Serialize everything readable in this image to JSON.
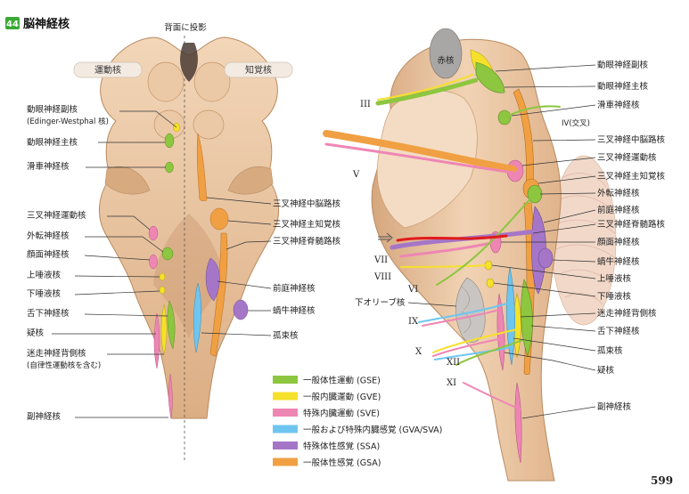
{
  "header": {
    "badge": "44",
    "title": "脳神経核",
    "top_note": "背面に投影"
  },
  "tabs": {
    "motor": "運動核",
    "sensory": "知覚核"
  },
  "left_labels": {
    "l1": "動眼神経副核",
    "l1b": "(Edinger-Westphal 核)",
    "l2": "動眼神経主核",
    "l3": "滑車神経核",
    "l4": "三叉神経運動核",
    "l5": "外転神経核",
    "l6": "顔面神経核",
    "l7": "上唾液核",
    "l8": "下唾液核",
    "l9": "舌下神経核",
    "l10": "疑核",
    "l11": "迷走神経背側核",
    "l11b": "(自律性運動核を含む)",
    "l12": "副神経核"
  },
  "mid_labels": {
    "m1": "三叉神経中脳路核",
    "m2": "三叉神経主知覚核",
    "m3": "三叉神経脊髄路核",
    "m4": "前庭神経核",
    "m5": "蝸牛神経核",
    "m6": "孤束核"
  },
  "right_labels": {
    "r1": "動眼神経副核",
    "r2": "動眼神経主核",
    "r3": "滑車神経核",
    "r4": "三叉神経中脳路核",
    "r5": "三叉神経運動核",
    "r6": "三叉神経主知覚核",
    "r7": "外転神経核",
    "r8": "前庭神経核",
    "r9": "三叉神経脊髄路核",
    "r10": "顔面神経核",
    "r11": "蝸牛神経核",
    "r12": "上唾液核",
    "r13": "下唾液核",
    "r14": "迷走神経背側核",
    "r15": "舌下神経核",
    "r16": "孤束核",
    "r17": "疑核",
    "r18": "副神経核"
  },
  "side_labels": {
    "red_nucleus": "赤核",
    "inferior_olive": "下オリーブ核",
    "trochlear_note": "IV(交叉)"
  },
  "roman": {
    "III": "III",
    "V": "V",
    "VII": "VII",
    "VIII": "VIII",
    "VI": "VI",
    "IX": "IX",
    "X": "X",
    "XII": "XII",
    "XI": "XI"
  },
  "legend": [
    {
      "label": "一般体性運動 (GSE)",
      "color": "#8dc63f"
    },
    {
      "label": "一般内臓運動 (GVE)",
      "color": "#f5e12b"
    },
    {
      "label": "特殊内臓運動 (SVE)",
      "color": "#ee86b4"
    },
    {
      "label": "一般および特殊内臓感覚 (GVA/SVA)",
      "color": "#6ec6f0"
    },
    {
      "label": "特殊体性感覚 (SSA)",
      "color": "#a576c8"
    },
    {
      "label": "一般体性感覚 (GSA)",
      "color": "#f0a043"
    }
  ],
  "page_number": "599",
  "colors": {
    "tissue": "#e8c4a0",
    "tissue_dark": "#c99a72",
    "badge": "#3aa935",
    "marker": "#e01b1b"
  }
}
